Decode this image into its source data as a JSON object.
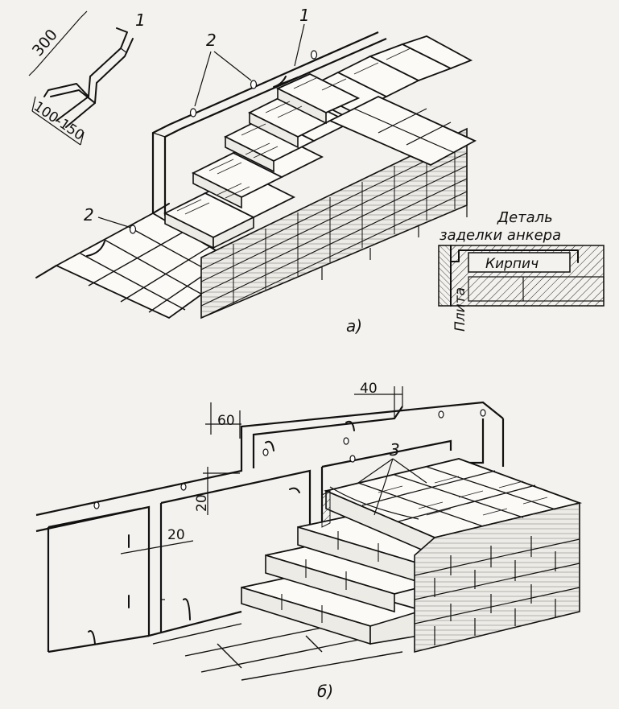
{
  "labels": {
    "callout_1_top": "1",
    "callout_1_mid": "1",
    "callout_2_top": "2",
    "callout_2_left": "2",
    "callout_3": "3",
    "dim_300": "300",
    "dim_100_150": "100-150",
    "dim_40": "40",
    "dim_60": "60",
    "dim_20_vertical": "20",
    "dim_20_horizontal": "20",
    "detail_title_line1": "Деталь",
    "detail_title_line2": "заделки анкера",
    "detail_brick": "Кирпич",
    "detail_slab": "Плита",
    "part_a": "а)",
    "part_b": "б)"
  }
}
